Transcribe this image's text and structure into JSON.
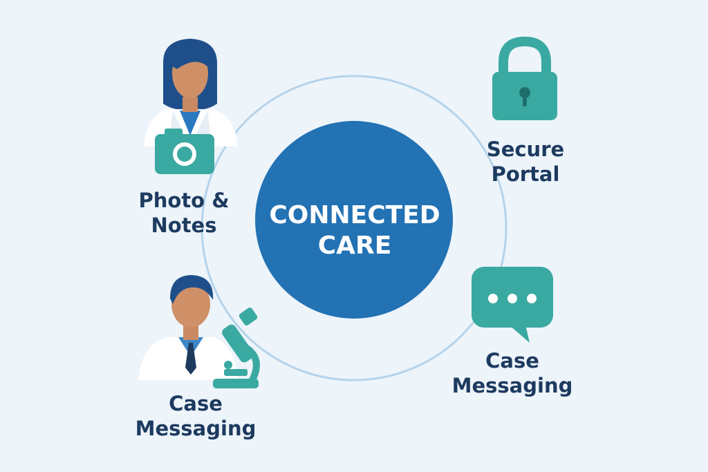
{
  "center": {
    "line1": "CONNECTED",
    "line2": "CARE"
  },
  "nodes": {
    "photo_notes": {
      "line1": "Photo &",
      "line2": "Notes",
      "icon": "camera-icon"
    },
    "secure_portal": {
      "line1": "Secure",
      "line2": "Portal",
      "icon": "padlock-icon"
    },
    "case_messaging_left": {
      "line1": "Case",
      "line2": "Messaging",
      "icon": "microscope-icon"
    },
    "case_messaging_right": {
      "line1": "Case",
      "line2": "Messaging",
      "icon": "chat-bubble-icon"
    }
  },
  "colors": {
    "background": "#edf4fa",
    "center_circle": "#2272b4",
    "ring": "#b5d3ea",
    "teal": "#3aa9a1",
    "text": "#1d3a5f"
  }
}
